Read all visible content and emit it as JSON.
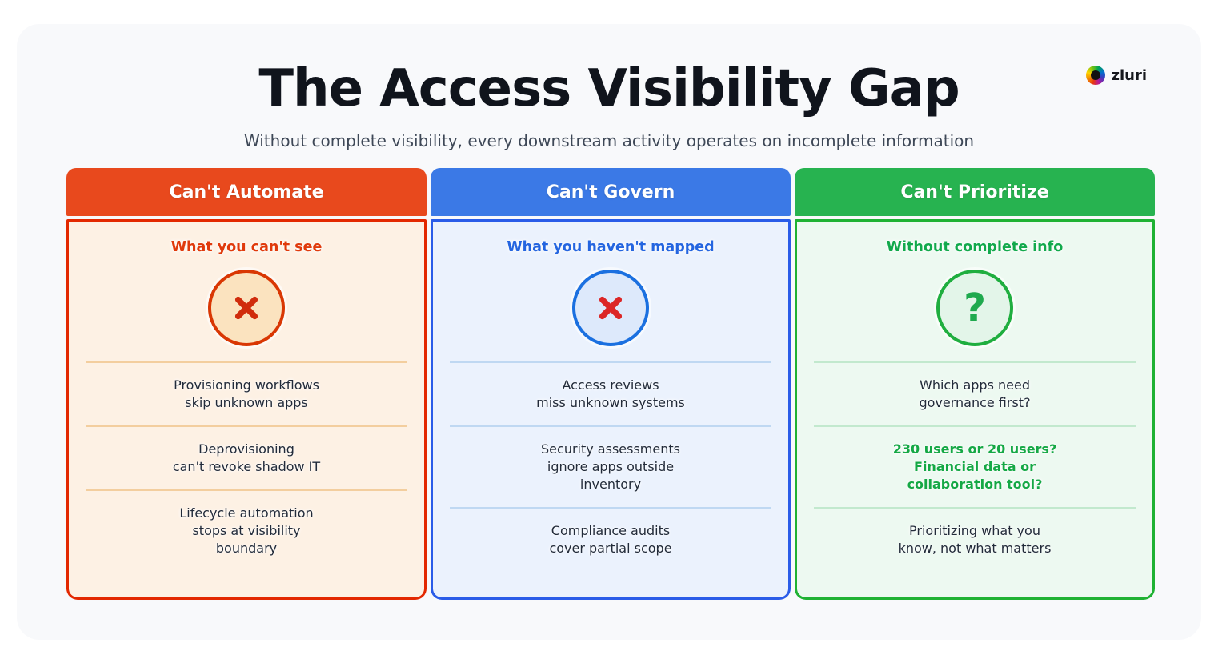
{
  "page": {
    "title": "The Access Visibility Gap",
    "subtitle": "Without complete visibility, every downstream activity operates on incomplete information",
    "panel_background": "#f8f9fb"
  },
  "logo": {
    "text": "zluri",
    "mark": "rainbow-ring-icon"
  },
  "cards": [
    {
      "header": "Can't Automate",
      "subtitle": "What you can't see",
      "icon": "x-circle-icon",
      "colors": {
        "header": "#e8491d",
        "border": "#e32800",
        "body": "#fdf1e4",
        "subtitle": "#e03a0c",
        "divider": "#f3ce9e",
        "icon_ring": "#d93703",
        "icon_fill": "#fbe3bf",
        "icon_glyph": "#d02c0c"
      },
      "items": [
        {
          "text": "Provisioning workflows\nskip unknown apps",
          "emphasis": false
        },
        {
          "text": "Deprovisioning\ncan't revoke shadow IT",
          "emphasis": false
        },
        {
          "text": "Lifecycle automation\nstops at visibility\nboundary",
          "emphasis": false
        }
      ]
    },
    {
      "header": "Can't Govern",
      "subtitle": "What you haven't mapped",
      "icon": "x-circle-icon",
      "colors": {
        "header": "#3b79e6",
        "border": "#2a5ce8",
        "body": "#ebf2fd",
        "subtitle": "#2465e0",
        "divider": "#bfd8f2",
        "icon_ring": "#1b70e0",
        "icon_fill": "#dde9fb",
        "icon_glyph": "#dc2626"
      },
      "items": [
        {
          "text": "Access reviews\nmiss unknown systems",
          "emphasis": false
        },
        {
          "text": "Security assessments\nignore apps outside\ninventory",
          "emphasis": false
        },
        {
          "text": "Compliance audits\ncover partial scope",
          "emphasis": false
        }
      ]
    },
    {
      "header": "Can't Prioritize",
      "subtitle": "Without complete info",
      "icon": "question-circle-icon",
      "icon_glyph": "?",
      "colors": {
        "header": "#27b350",
        "border": "#1fb233",
        "body": "#edf9f1",
        "subtitle": "#12a94c",
        "divider": "#c2e9ce",
        "icon_ring": "#1fae3f",
        "icon_fill": "#e3f5e9",
        "icon_glyph": "#1fa94e",
        "emphasis_text": "#15a845"
      },
      "items": [
        {
          "text": "Which apps need\ngovernance first?",
          "emphasis": false
        },
        {
          "text": "230 users or 20 users?\nFinancial data or\ncollaboration tool?",
          "emphasis": true
        },
        {
          "text": "Prioritizing what you\nknow, not what matters",
          "emphasis": false
        }
      ]
    }
  ]
}
